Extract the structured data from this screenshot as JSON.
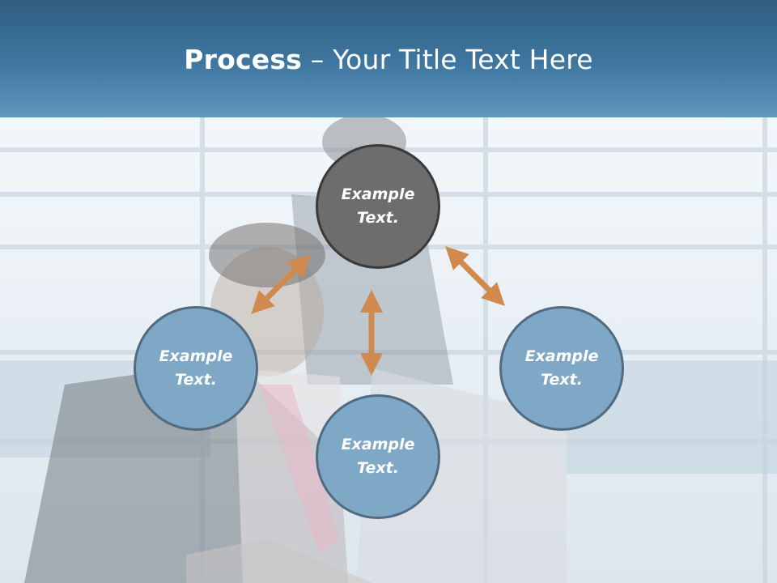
{
  "slide": {
    "title_bold": "Process",
    "title_rest": " – Your Title Text Here"
  },
  "nodes": {
    "top": {
      "line1": "Example",
      "line2": "Text."
    },
    "left": {
      "line1": "Example",
      "line2": "Text."
    },
    "right": {
      "line1": "Example",
      "line2": "Text."
    },
    "bottom": {
      "line1": "Example",
      "line2": "Text."
    }
  },
  "colors": {
    "header": "#3f77a0",
    "circle_blue": "#7fa8c7",
    "circle_gray": "#6d6d6d",
    "arrow": "#d08a4e"
  }
}
